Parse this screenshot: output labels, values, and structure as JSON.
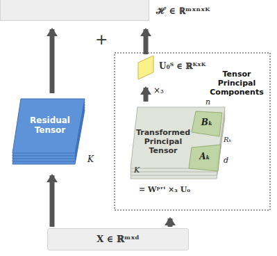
{
  "diagram": {
    "nodes": [
      {
        "text": [
          "ℋ ∈ ℝᵐˣⁿˣᴷ"
        ]
      },
      {
        "text": [
          "Residual Tensor"
        ]
      },
      {
        "text": [
          "X ∈ ℝᵐˣᵈ"
        ]
      },
      {
        "text": [
          "Tensor Principal Components"
        ]
      },
      {
        "text": [
          "U₀ᵀ ∈ ℝᴷˣᴷ"
        ],
        "in": 3
      },
      {
        "text": [
          "Transformed Principal Tensor"
        ],
        "in": 3
      },
      {
        "text": [
          "Bₖ"
        ],
        "in": 5
      },
      {
        "text": [
          "Aₖ"
        ],
        "in": 5
      }
    ],
    "edges": [
      {
        "from": 2,
        "to": 1,
        "arrow": "to"
      },
      {
        "from": 1,
        "to": 0,
        "arrow": "to"
      },
      {
        "from": 2,
        "to": 3,
        "arrow": "to"
      },
      {
        "from": 5,
        "to": 4,
        "label": "×₃",
        "arrow": "to"
      },
      {
        "from": 4,
        "to": 0,
        "arrow": "to"
      }
    ],
    "labels": [
      "+",
      "K",
      "n",
      "Rₖ",
      "d",
      "K",
      "= Wᵖʳⁱ ×₃ U₀"
    ]
  }
}
